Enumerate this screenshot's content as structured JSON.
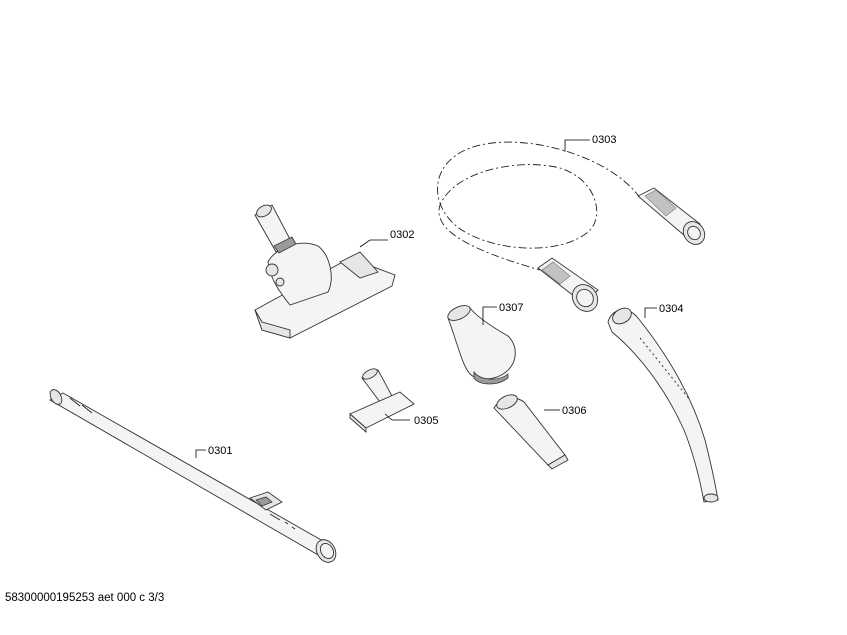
{
  "parts": [
    {
      "id": "0301"
    },
    {
      "id": "0302"
    },
    {
      "id": "0303"
    },
    {
      "id": "0304"
    },
    {
      "id": "0305"
    },
    {
      "id": "0306"
    },
    {
      "id": "0307"
    }
  ],
  "footer": {
    "reference": "58300000195253 aet 000 c 3/3"
  }
}
